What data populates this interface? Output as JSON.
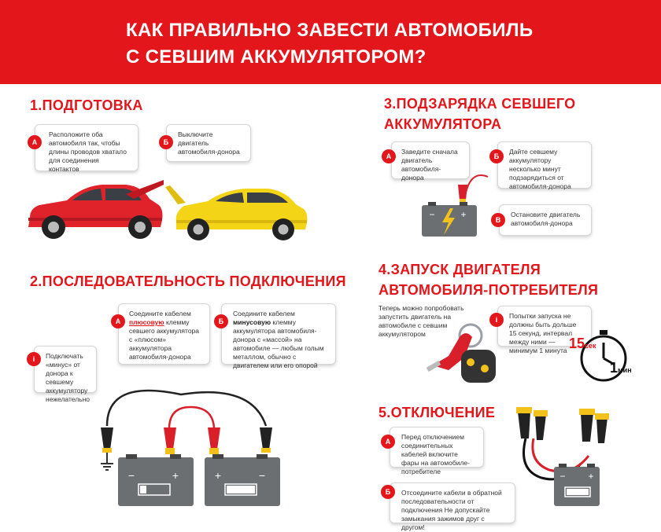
{
  "header": {
    "title_line1": "КАК ПРАВИЛЬНО ЗАВЕСТИ АВТОМОБИЛЬ",
    "title_line2": "С СЕВШИМ АККУМУЛЯТОРОМ?"
  },
  "section1": {
    "title": "1.ПОДГОТОВКА",
    "a": {
      "badge": "А",
      "text": "Расположите оба автомобиля так, чтобы длины проводов хватало для соединения контактов"
    },
    "b": {
      "badge": "Б",
      "text": "Выключите двигатель автомобиля-донора"
    }
  },
  "section2": {
    "title": "2.ПОСЛЕДОВАТЕЛЬНОСТЬ ПОДКЛЮЧЕНИЯ",
    "a": {
      "badge": "А",
      "pre": "Соедините кабелем ",
      "highlight": "плюсовую",
      "post": " клемму севшего аккумулятора с «плюсом» аккумулятора автомобиля-донора"
    },
    "b": {
      "badge": "Б",
      "pre": "Соедините кабелем ",
      "highlight": "минусовую",
      "post": " клемму аккумулятора автомобиля-донора с «массой» на автомобиле — любым голым металлом, обычно с двигателем или его опорой"
    },
    "info": {
      "badge": "i",
      "text": "Подключать «минус» от донора к севшему аккумулятору нежелательно"
    }
  },
  "section3": {
    "title_line1": "3.ПОДЗАРЯДКА СЕВШЕГО",
    "title_line2": "АККУМУЛЯТОРА",
    "a": {
      "badge": "А",
      "text": "Заведите сначала двигатель автомобиля-донора"
    },
    "b": {
      "badge": "Б",
      "text": "Дайте севшему аккумулятору несколько минут подзарядиться от автомобиля-донора"
    },
    "c": {
      "badge": "В",
      "text": "Остановите двигатель автомобиля-донора"
    }
  },
  "section4": {
    "title_line1": "4.ЗАПУСК ДВИГАТЕЛЯ",
    "title_line2": "АВТОМОБИЛЯ-ПОТРЕБИТЕЛЯ",
    "intro": "Теперь можно попробовать запустить двигатель на автомобиле с севшим аккумулятором",
    "info": {
      "badge": "i",
      "text": "Попытки запуска не должны быть дольше 15 секунд, интервал между ними — минимум 1 минута"
    },
    "timer_seconds": "15",
    "timer_seconds_unit": "сек",
    "timer_minutes": "1",
    "timer_minutes_unit": "мин"
  },
  "section5": {
    "title": "5.ОТКЛЮЧЕНИЕ",
    "a": {
      "badge": "А",
      "text": "Перед отключением соединительных кабелей включите фары на автомобиле-потребителе"
    },
    "b": {
      "badge": "Б",
      "text": "Отсоедините кабели в обратной последовательности от подключения Не допускайте замыкания зажимов друг с другом!"
    }
  },
  "colors": {
    "accent": "#e3161b",
    "battery": "#6b6f72",
    "clamp_red": "#d9202a",
    "clamp_yellow": "#f2c21a",
    "red_car": "#e0232b",
    "yellow_car": "#f3d417"
  },
  "icons": [
    "lightning-icon",
    "key-icon",
    "stopwatch-icon",
    "ground-icon"
  ]
}
